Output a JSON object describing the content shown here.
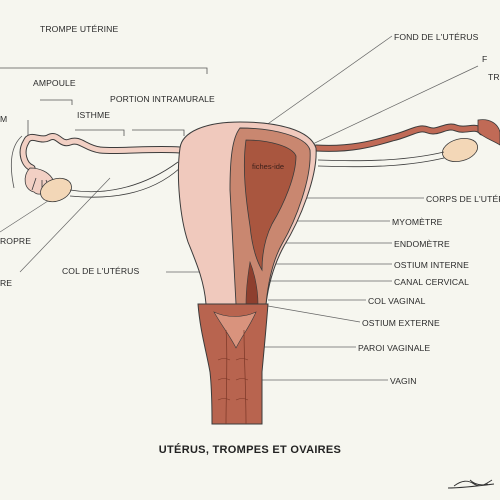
{
  "labels": {
    "trompe_uterine": "TROMPE UTÉRINE",
    "ampoule": "AMPOULE",
    "isthme": "ISTHME",
    "portion_intramurale": "PORTION INTRAMURALE",
    "fond_uterus": "FOND DE L'UTÉRUS",
    "corps_uterus": "CORPS DE L'UTÉR",
    "myometre": "MYOMÈTRE",
    "endometre": "ENDOMÈTRE",
    "ostium_interne": "OSTIUM INTERNE",
    "canal_cervical": "CANAL CERVICAL",
    "col_vaginal": "COL VAGINAL",
    "ostium_externe": "OSTIUM EXTERNE",
    "paroi_vaginale": "PAROI VAGINALE",
    "vagin": "VAGIN",
    "col_uterus": "COL DE L'UTÉRUS",
    "left_m": "M",
    "left_ropre": "ROPRE",
    "left_re": "RE",
    "right_f": "F",
    "right_tr": "TR",
    "watermark": "fiches-ide"
  },
  "title": "UTÉRUS, TROMPES ET OVAIRES",
  "colors": {
    "background": "#f6f6ef",
    "uterus_outer": "#f0c9bd",
    "myometrium": "#c98770",
    "endometrium": "#a9563f",
    "vagina": "#b8644f",
    "ovary": "#f3d7b7",
    "tube": "#f2d0c4",
    "line": "#3b3b3b"
  }
}
